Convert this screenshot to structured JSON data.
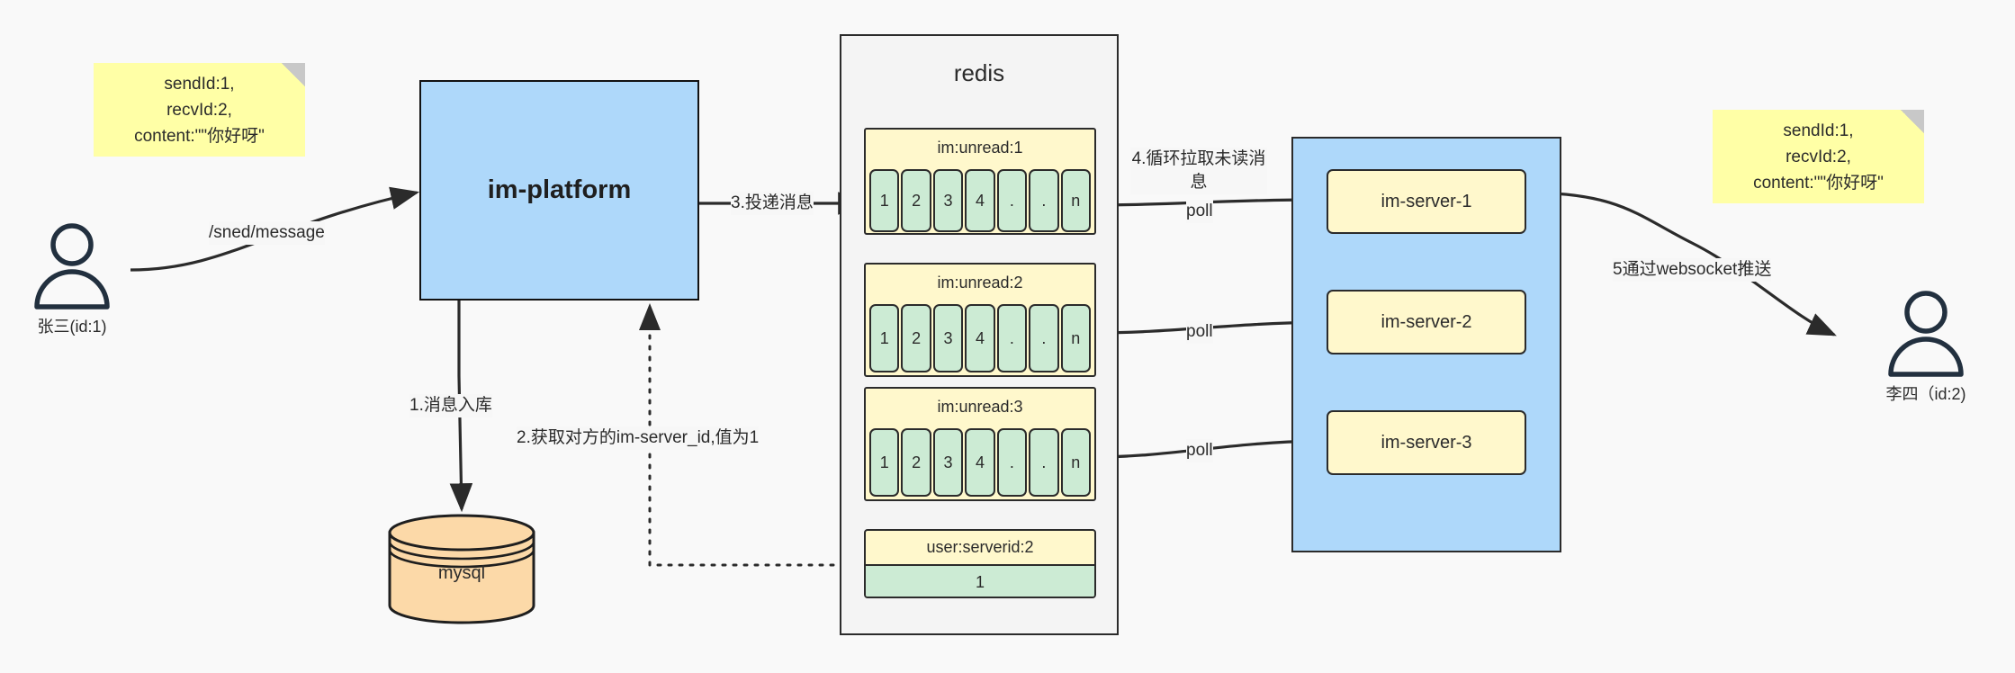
{
  "diagram": {
    "title": "IM message delivery architecture",
    "colors": {
      "note_yellow": "#ffffa6",
      "block_blue": "#aed8fa",
      "key_yellow": "#fff8cc",
      "cell_green": "#ccebd4",
      "mysql_orange": "#fcd9a8",
      "redis_gray": "#f4f4f4",
      "stroke": "#2b2b2b"
    }
  },
  "notes": {
    "left": {
      "lines": [
        "sendId:1,",
        "recvId:2,",
        "content:\"\"你好呀\""
      ]
    },
    "right": {
      "lines": [
        "sendId:1,",
        "recvId:2,",
        "content:\"\"你好呀\""
      ]
    }
  },
  "actors": {
    "sender": {
      "label": "张三(id:1)",
      "icon": "user-icon"
    },
    "receiver": {
      "label": "李四（id:2)",
      "icon": "user-icon"
    }
  },
  "platform": {
    "label": "im-platform"
  },
  "mysql": {
    "label": "mysql"
  },
  "redis": {
    "title": "redis",
    "queues": [
      {
        "key": "im:unread:1",
        "cells": [
          "1",
          "2",
          "3",
          "4",
          ".",
          ".",
          "n"
        ]
      },
      {
        "key": "im:unread:2",
        "cells": [
          "1",
          "2",
          "3",
          "4",
          ".",
          ".",
          "n"
        ]
      },
      {
        "key": "im:unread:3",
        "cells": [
          "1",
          "2",
          "3",
          "4",
          ".",
          ".",
          "n"
        ]
      }
    ],
    "kv": {
      "key": "user:serverid:2",
      "value": "1"
    }
  },
  "servers": {
    "items": [
      {
        "label": "im-server-1"
      },
      {
        "label": "im-server-2"
      },
      {
        "label": "im-server-3"
      }
    ]
  },
  "edges": {
    "send_message": "/sned/message",
    "step1": "1.消息入库",
    "step2": "2.获取对方的im-server_id,值为1",
    "step3": "3.投递消息",
    "step4": "4.循环拉取未读消息",
    "step5": "5通过websocket推送",
    "poll1": "poll",
    "poll2": "poll",
    "poll3": "poll"
  }
}
